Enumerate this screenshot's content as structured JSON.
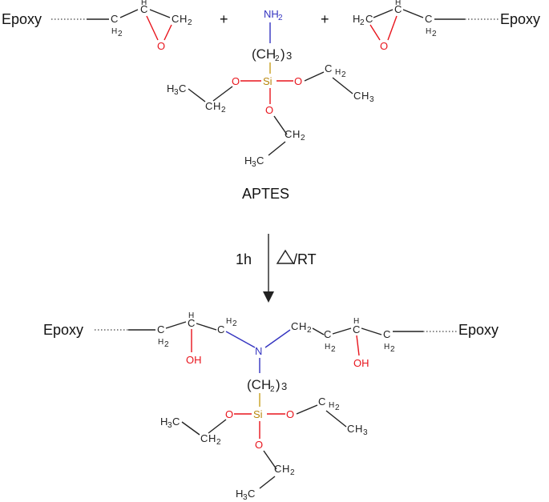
{
  "reactants": {
    "epoxy_left": "Epoxy",
    "epoxy_right": "Epoxy",
    "plus": "+",
    "aptes_label": "APTES"
  },
  "atoms": {
    "c": "C",
    "h": "H",
    "h2": "2",
    "h3": "3",
    "o": "O",
    "si": "Si",
    "n": "N",
    "nh": "NH",
    "oh": "OH",
    "ch2_paren": "(CH",
    "paren_close": ")",
    "three": "3"
  },
  "arrow": {
    "time": "1h",
    "condition": "/RT"
  },
  "product": {
    "epoxy_left": "Epoxy",
    "epoxy_right": "Epoxy"
  }
}
